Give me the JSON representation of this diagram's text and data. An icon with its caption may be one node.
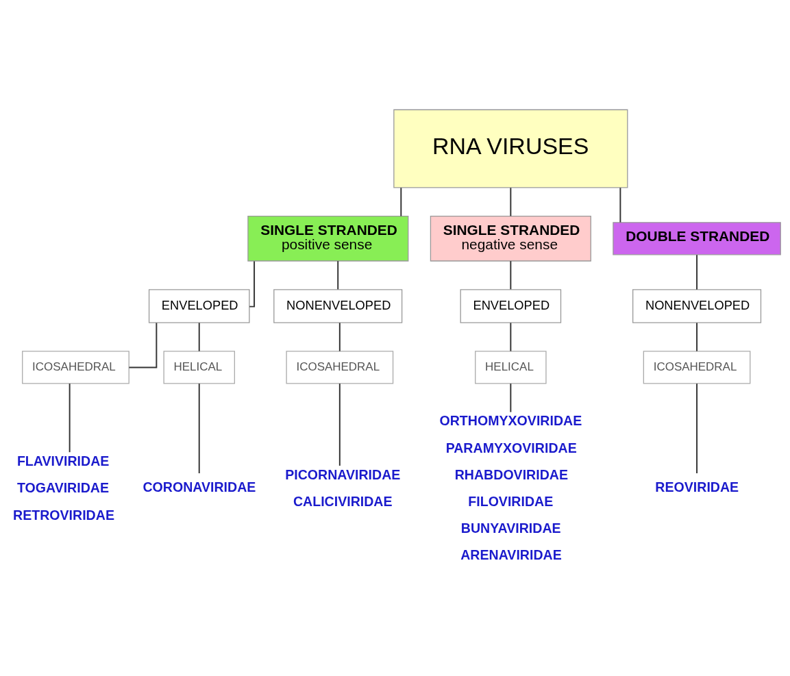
{
  "diagram": {
    "nodes": [
      {
        "text": [
          "RNA VIRUSES"
        ]
      },
      {
        "text": [
          "SINGLE STRANDED",
          "positive sense"
        ]
      },
      {
        "text": [
          "SINGLE STRANDED",
          "negative sense"
        ]
      },
      {
        "text": [
          "DOUBLE STRANDED"
        ]
      },
      {
        "text": [
          "ENVELOPED"
        ]
      },
      {
        "text": [
          "NONENVELOPED"
        ]
      },
      {
        "text": [
          "ENVELOPED"
        ]
      },
      {
        "text": [
          "NONENVELOPED"
        ]
      },
      {
        "text": [
          "ICOSAHEDRAL"
        ]
      },
      {
        "text": [
          "HELICAL"
        ]
      },
      {
        "text": [
          "ICOSAHEDRAL"
        ]
      },
      {
        "text": [
          "HELICAL"
        ]
      },
      {
        "text": [
          "ICOSAHEDRAL"
        ]
      },
      {
        "text": [
          "FLAVIVIRIDAE",
          "TOGAVIRIDAE",
          "RETROVIRIDAE"
        ]
      },
      {
        "text": [
          "CORONAVIRIDAE"
        ]
      },
      {
        "text": [
          "PICORNAVIRIDAE",
          "CALICIVIRIDAE"
        ]
      },
      {
        "text": [
          "ORTHOMYXOVIRIDAE",
          "PARAMYXOVIRIDAE",
          "RHABDOVIRIDAE",
          "FILOVIRIDAE",
          "BUNYAVIRIDAE",
          "ARENAVIRIDAE"
        ]
      },
      {
        "text": [
          "REOVIRIDAE"
        ]
      }
    ],
    "edges": [
      {
        "from": 0,
        "to": 1,
        "arrow": "none"
      },
      {
        "from": 0,
        "to": 2,
        "arrow": "none"
      },
      {
        "from": 0,
        "to": 3,
        "arrow": "none"
      },
      {
        "from": 1,
        "to": 4,
        "arrow": "none"
      },
      {
        "from": 1,
        "to": 5,
        "arrow": "none"
      },
      {
        "from": 2,
        "to": 6,
        "arrow": "none"
      },
      {
        "from": 3,
        "to": 7,
        "arrow": "none"
      },
      {
        "from": 4,
        "to": 8,
        "arrow": "none"
      },
      {
        "from": 4,
        "to": 9,
        "arrow": "none"
      },
      {
        "from": 5,
        "to": 10,
        "arrow": "none"
      },
      {
        "from": 6,
        "to": 11,
        "arrow": "none"
      },
      {
        "from": 7,
        "to": 12,
        "arrow": "none"
      },
      {
        "from": 8,
        "to": 13,
        "arrow": "none"
      },
      {
        "from": 9,
        "to": 14,
        "arrow": "none"
      },
      {
        "from": 10,
        "to": 15,
        "arrow": "none"
      },
      {
        "from": 11,
        "to": 16,
        "arrow": "none"
      },
      {
        "from": 12,
        "to": 17,
        "arrow": "none"
      }
    ]
  }
}
